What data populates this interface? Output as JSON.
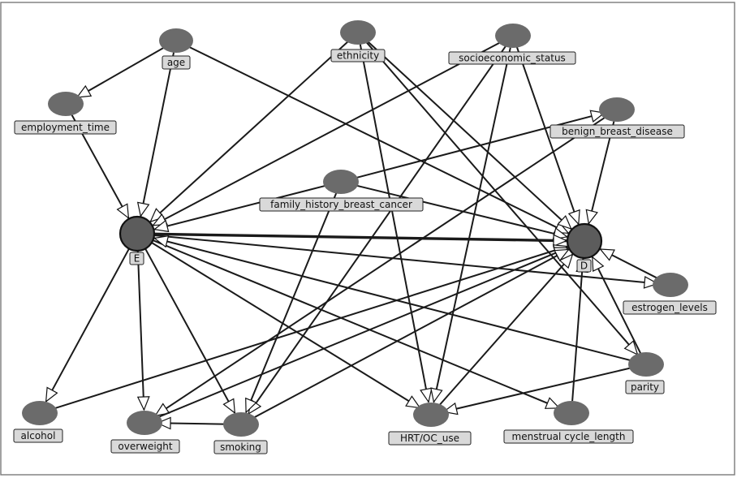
{
  "nodes": [
    {
      "id": "age",
      "label": "age"
    },
    {
      "id": "ethnicity",
      "label": "ethnicity"
    },
    {
      "id": "ses",
      "label": "socioeconomic_status"
    },
    {
      "id": "employment",
      "label": "employment_time"
    },
    {
      "id": "bbd",
      "label": "benign_breast_disease"
    },
    {
      "id": "fhbc",
      "label": "family_history_breast_cancer"
    },
    {
      "id": "E",
      "label": "E"
    },
    {
      "id": "D",
      "label": "D"
    },
    {
      "id": "estrogen",
      "label": "estrogen_levels"
    },
    {
      "id": "parity",
      "label": "parity"
    },
    {
      "id": "alcohol",
      "label": "alcohol"
    },
    {
      "id": "overweight",
      "label": "overweight"
    },
    {
      "id": "smoking",
      "label": "smoking"
    },
    {
      "id": "hrt",
      "label": "HRT/OC_use"
    },
    {
      "id": "menstrual",
      "label": "menstrual cycle_length"
    }
  ],
  "edges": [
    [
      "age",
      "employment"
    ],
    [
      "age",
      "E"
    ],
    [
      "age",
      "D"
    ],
    [
      "employment",
      "E"
    ],
    [
      "ethnicity",
      "E"
    ],
    [
      "ethnicity",
      "D"
    ],
    [
      "ethnicity",
      "hrt"
    ],
    [
      "ethnicity",
      "parity"
    ],
    [
      "ses",
      "E"
    ],
    [
      "ses",
      "D"
    ],
    [
      "ses",
      "smoking"
    ],
    [
      "ses",
      "hrt"
    ],
    [
      "bbd",
      "D"
    ],
    [
      "fhbc",
      "bbd"
    ],
    [
      "fhbc",
      "E"
    ],
    [
      "fhbc",
      "D"
    ],
    [
      "fhbc",
      "smoking"
    ],
    [
      "bbd",
      "overweight"
    ],
    [
      "E",
      "D"
    ],
    [
      "E",
      "alcohol"
    ],
    [
      "E",
      "overweight"
    ],
    [
      "E",
      "smoking"
    ],
    [
      "E",
      "hrt"
    ],
    [
      "E",
      "menstrual"
    ],
    [
      "E",
      "estrogen"
    ],
    [
      "parity",
      "E"
    ],
    [
      "parity",
      "D"
    ],
    [
      "parity",
      "hrt"
    ],
    [
      "estrogen",
      "D"
    ],
    [
      "alcohol",
      "D"
    ],
    [
      "overweight",
      "D"
    ],
    [
      "smoking",
      "D"
    ],
    [
      "hrt",
      "D"
    ],
    [
      "menstrual",
      "D"
    ],
    [
      "smoking",
      "overweight"
    ]
  ]
}
